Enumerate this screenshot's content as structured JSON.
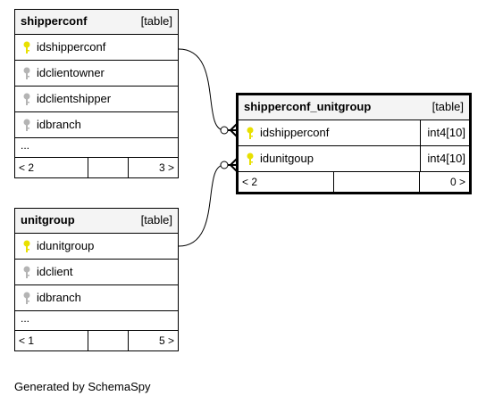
{
  "tables": {
    "shipperconf": {
      "name": "shipperconf",
      "kind": "[table]",
      "columns": [
        {
          "name": "idshipperconf",
          "key": "primary"
        },
        {
          "name": "idclientowner",
          "key": "index"
        },
        {
          "name": "idclientshipper",
          "key": "index"
        },
        {
          "name": "idbranch",
          "key": "index"
        }
      ],
      "more": "...",
      "footer": {
        "left": "< 2",
        "right": "3 >"
      }
    },
    "unitgroup": {
      "name": "unitgroup",
      "kind": "[table]",
      "columns": [
        {
          "name": "idunitgroup",
          "key": "primary"
        },
        {
          "name": "idclient",
          "key": "index"
        },
        {
          "name": "idbranch",
          "key": "index"
        }
      ],
      "more": "...",
      "footer": {
        "left": "< 1",
        "right": "5 >"
      }
    },
    "shipperconf_unitgroup": {
      "name": "shipperconf_unitgroup",
      "kind": "[table]",
      "columns": [
        {
          "name": "idshipperconf",
          "key": "primary",
          "type": "int4[10]"
        },
        {
          "name": "idunitgoup",
          "key": "primary",
          "type": "int4[10]"
        }
      ],
      "footer": {
        "left": "< 2",
        "right": "0 >"
      }
    }
  },
  "colors": {
    "primary_key": "#e8e000",
    "index_key": "#b4b4b4",
    "header_bg": "#f4f4f4"
  },
  "credit": "Generated by SchemaSpy"
}
